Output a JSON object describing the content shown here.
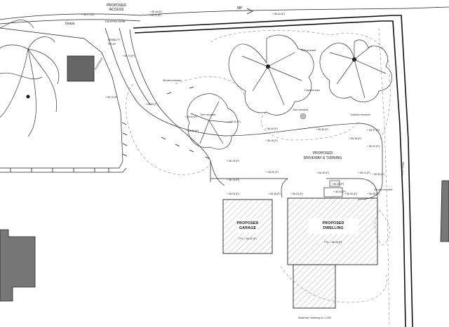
{
  "top_labels": {
    "proposed_access": "PROPOSED\nACCESS",
    "grass": "Grass",
    "mp": "MP"
  },
  "annotations": {
    "kerbing": "DROPPED KERB",
    "visibility_left": "VISIBILITY\nSPLAY",
    "shrubs_removed_1": "Shrubs removed",
    "shrubs_removed_2": "Shrubs removed",
    "tree_removed_1": "Tree removed",
    "tree_removed_2": "Tree removed",
    "tree_removed_3": "Tree removed",
    "grassed_area": "Grassed area",
    "gazebo_removed": "Gazebo removed",
    "hedge": "Laurel hedge",
    "footpath": "FOOTPATH"
  },
  "blocks": {
    "driveway": "PROPOSED\nDRIVEWAY & TURNING",
    "garage": "PROPOSED\nGARAGE",
    "garage_ffl": "FFL = 56.30 (P)",
    "dwelling": "PROPOSED\nDWELLING",
    "dwelling_ffl": "FFL = 56.40 (P)"
  },
  "levels": [
    "+ 56.27 (E)",
    "+ 56.46 (E)",
    "+ 56.21 (E)",
    "+ 56.43 (E)",
    "+ 56.72 (P)",
    "+ 56.74 (P)",
    "+ 56.90 (P)",
    "+ 56.92 (P)",
    "+ 56.80 (P)",
    "+ 56.30 (P)",
    "+ 56.40 (P)",
    "+ 56.10 (P)",
    "+ 56.15 (P)",
    "+ 56.16 (P)",
    "+ 56.22 (P)",
    "+ 56.35 (P)",
    "+ 56.38 (P)",
    "+ 56.37 (P)",
    "+ 56.40 (P)",
    "+ 56.41 (P)",
    "+ 56.42 (P)",
    "+ 56.38 (P)",
    "+ 56.25 (P)",
    "+ 56.20 (P)",
    "+ 56.30 (P)",
    "+ 56.45 (P)",
    "+ 56.28 (P)",
    "+ 56.42 (P)",
    "+ 56.36 (P)"
  ],
  "scale_note": "Scale bar / drawing no. 1:200"
}
